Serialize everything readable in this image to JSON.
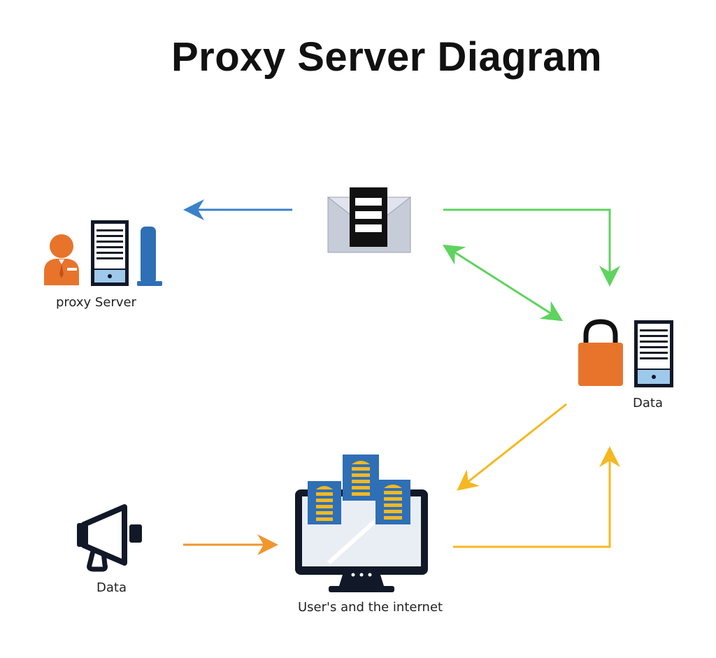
{
  "title": "Proxy Server Diagram",
  "nodes": {
    "proxy_server": {
      "label": "proxy Server"
    },
    "data_right": {
      "label": "Data"
    },
    "data_left": {
      "label": "Data"
    },
    "users_internet": {
      "label": "User's and the internet"
    }
  },
  "colors": {
    "blue_arrow": "#3b82c9",
    "green_arrow": "#5fd35f",
    "yellow_arrow": "#f5b820",
    "orange_arrow": "#f0962e",
    "orange_icon": "#e8742c",
    "blue_icon": "#2f6fb5",
    "light_blue": "#9ec9ea",
    "navy": "#111827"
  },
  "icons": [
    "user-icon",
    "server-tower-icon",
    "bar-icon",
    "envelope-server-icon",
    "padlock-icon",
    "server-tower-icon",
    "megaphone-icon",
    "monitor-icon",
    "building-icon"
  ]
}
